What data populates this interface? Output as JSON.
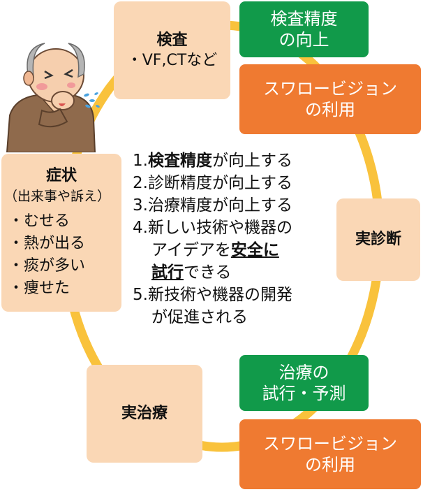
{
  "boxes": {
    "exam": {
      "title": "検査",
      "item": "・VF,CTなど"
    },
    "symptoms": {
      "title": "症状",
      "subtitle": "（出来事や訴え）",
      "items": [
        "・むせる",
        "・熱が出る",
        "・痰が多い",
        "・痩せた"
      ]
    },
    "diagnosis": {
      "title": "実診断"
    },
    "treatment": {
      "title": "実治療"
    }
  },
  "labels": {
    "exam_accuracy": [
      "検査精度",
      "の向上"
    ],
    "vision_top": [
      "スワロービジョン",
      "の利用"
    ],
    "treatment_trial": [
      "治療の",
      "試行・予測"
    ],
    "vision_bottom": [
      "スワロービジョン",
      "の利用"
    ]
  },
  "steps": {
    "s1": {
      "num": "1.",
      "bold": "検査精度",
      "rest": "が向上する"
    },
    "s2": {
      "text": "2.診断精度が向上する"
    },
    "s3": {
      "text": "3.治療精度が向上する"
    },
    "s4": {
      "line1": "4.新しい技術や機器の",
      "line2_pre": "アイデアを",
      "line2_u": "安全に",
      "line3_u": "試行",
      "line3_post": "できる"
    },
    "s5": {
      "line1": "5.新技術や機器の開発",
      "line2": "が促進される"
    }
  },
  "colors": {
    "ring": "#f9c23c",
    "box_fill": "#fad7b5",
    "green": "#119a4a",
    "orange": "#ef7a31"
  },
  "illustration": "elderly-man-coughing"
}
